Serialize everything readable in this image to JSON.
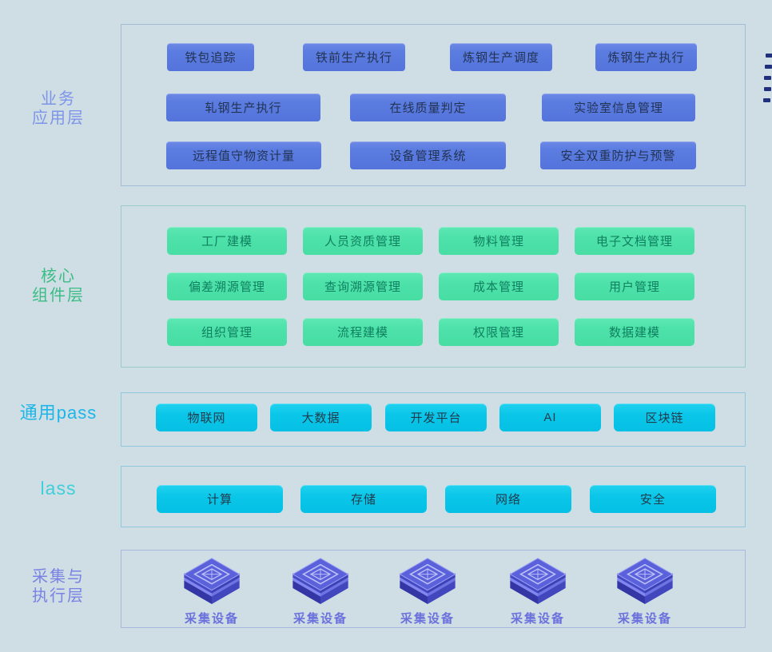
{
  "page": {
    "background": "#cfdde4"
  },
  "sections": {
    "business": {
      "label_line1": "业务",
      "label_line2": "应用层",
      "accent": "#7D95E8",
      "button_color": "#5B7CE0",
      "rows": [
        [
          "铁包追踪",
          "铁前生产执行",
          "炼钢生产调度",
          "炼钢生产执行"
        ],
        [
          "轧钢生产执行",
          "在线质量判定",
          "实验室信息管理"
        ],
        [
          "远程值守物资计量",
          "设备管理系统",
          "安全双重防护与预警"
        ]
      ]
    },
    "core": {
      "label_line1": "核心",
      "label_line2": "组件层",
      "accent": "#3BBD85",
      "button_color": "#4EE2AA",
      "rows": [
        [
          "工厂建模",
          "人员资质管理",
          "物料管理",
          "电子文档管理"
        ],
        [
          "偏差溯源管理",
          "查询溯源管理",
          "成本管理",
          "用户管理"
        ],
        [
          "组织管理",
          "流程建模",
          "权限管理",
          "数据建模"
        ]
      ]
    },
    "paas": {
      "label": "通用pass",
      "accent": "#1CB6E9",
      "button_color": "#0AC6E8",
      "buttons": [
        "物联网",
        "大数据",
        "开发平台",
        "AI",
        "区块链"
      ]
    },
    "iaas": {
      "label": "lass",
      "accent": "#3ECFDB",
      "button_color": "#0AC6E8",
      "buttons": [
        "计算",
        "存储",
        "网络",
        "安全"
      ]
    },
    "collection": {
      "label_line1": "采集与",
      "label_line2": "执行层",
      "accent": "#7A82E4",
      "device_label": "采集设备",
      "device_count": 5
    }
  },
  "edge_marks": {
    "count": 5,
    "color": "#20307C"
  }
}
